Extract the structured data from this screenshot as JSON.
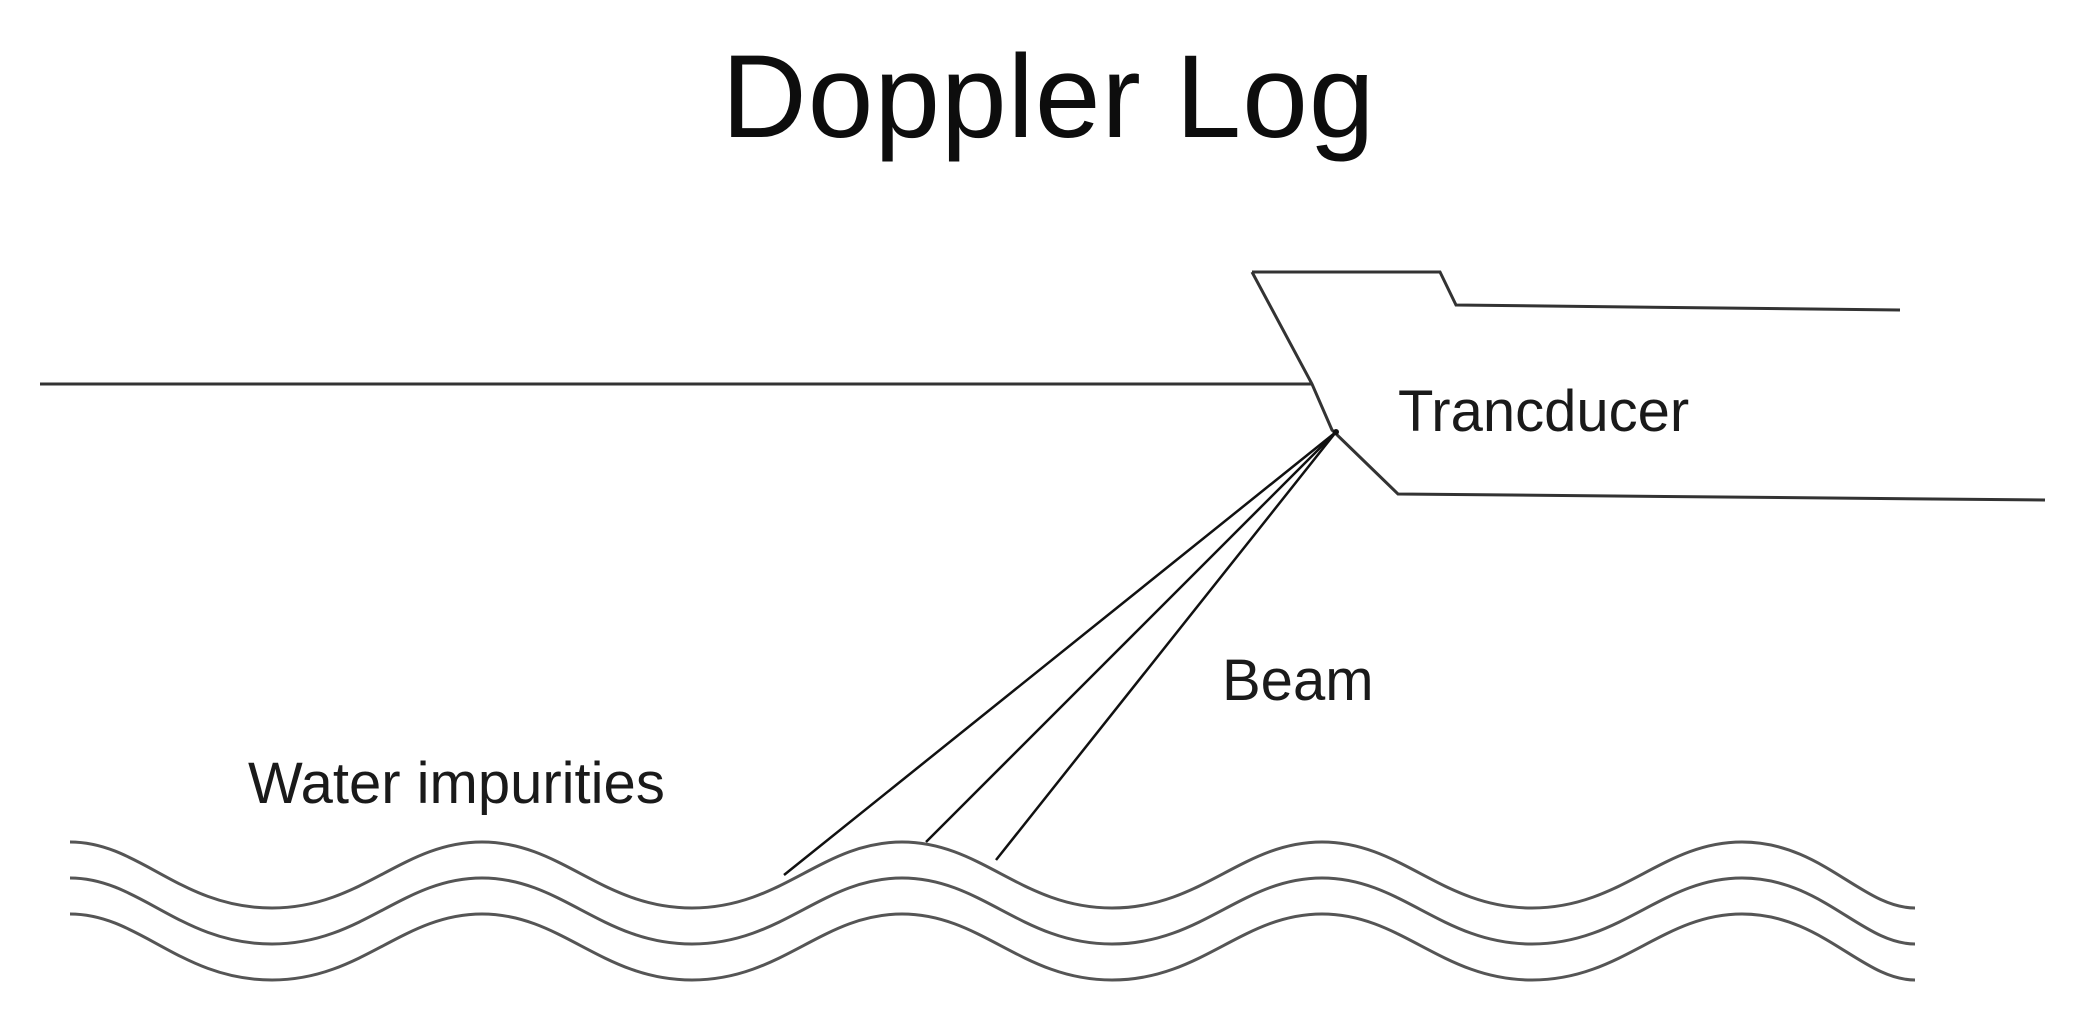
{
  "title": "Doppler Log",
  "labels": {
    "transducer": "Trancducer",
    "beam": "Beam",
    "water_impurities": "Water impurities"
  },
  "colors": {
    "line": "#333333",
    "beam": "#111111",
    "waves": "#555555",
    "background": "#ffffff"
  }
}
